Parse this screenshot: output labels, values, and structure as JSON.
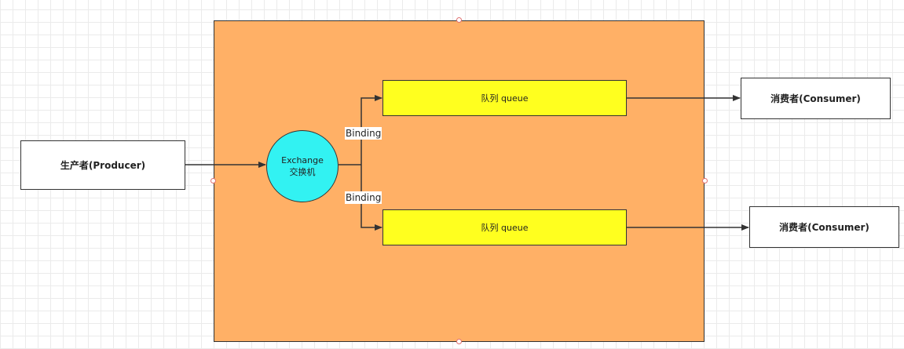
{
  "producer": {
    "label": "生产者(Producer)"
  },
  "exchange": {
    "line1": "Exchange",
    "line2": "交换机"
  },
  "bindings": [
    {
      "label": "Binding"
    },
    {
      "label": "Binding"
    }
  ],
  "queues": [
    {
      "label": "队列 queue"
    },
    {
      "label": "队列 queue"
    }
  ],
  "consumers": [
    {
      "label": "消费者(Consumer)"
    },
    {
      "label": "消费者(Consumer)"
    }
  ],
  "colors": {
    "container_fill": "#ffb066",
    "exchange_fill": "#32f2f2",
    "queue_fill": "#ffff1f",
    "stroke": "#333333"
  }
}
